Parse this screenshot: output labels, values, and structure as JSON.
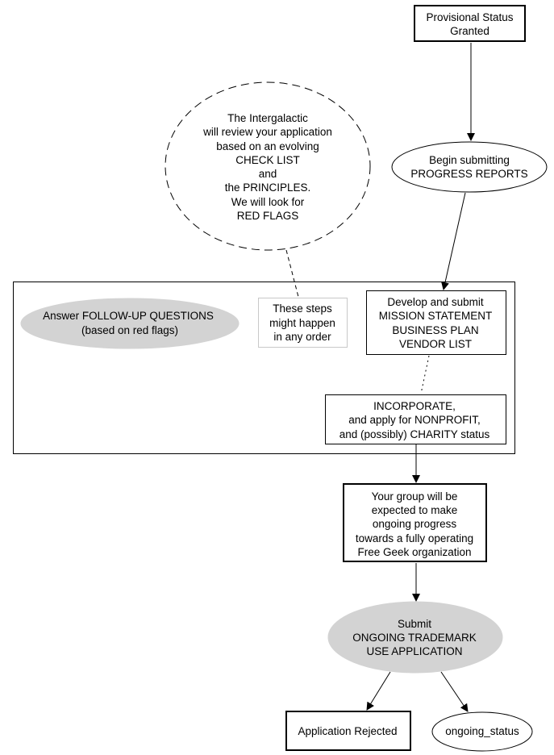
{
  "colors": {
    "background": "#ffffff",
    "stroke": "#000000",
    "gray_fill": "#d3d3d3",
    "note_border": "#c8c8c8"
  },
  "nodes": {
    "provisional": {
      "lines": [
        "Provisional Status",
        "Granted"
      ]
    },
    "begin_reports": {
      "lines": [
        "Begin submitting",
        "PROGRESS REPORTS"
      ]
    },
    "review_note": {
      "lines": [
        "The Intergalactic",
        "will review your application",
        "based on an evolving",
        "CHECK LIST",
        "and",
        "the PRINCIPLES.",
        "We will look for",
        "RED FLAGS"
      ]
    },
    "followup": {
      "lines": [
        "Answer FOLLOW-UP QUESTIONS",
        "(based on red flags)"
      ]
    },
    "any_order": {
      "lines": [
        "These steps",
        "might happen",
        "in any order"
      ]
    },
    "mission": {
      "lines": [
        "Develop and submit",
        "MISSION STATEMENT",
        "BUSINESS PLAN",
        "VENDOR LIST"
      ]
    },
    "incorporate": {
      "lines": [
        "INCORPORATE,",
        "and apply for NONPROFIT,",
        "and (possibly) CHARITY status"
      ]
    },
    "ongoing_progress": {
      "lines": [
        "Your group will be",
        "expected to make",
        "ongoing progress",
        "towards a fully operating",
        "Free Geek organization"
      ]
    },
    "trademark": {
      "lines": [
        "Submit",
        "ONGOING TRADEMARK",
        "USE APPLICATION"
      ]
    },
    "rejected": {
      "lines": [
        "Application Rejected"
      ]
    },
    "ongoing_status": {
      "lines": [
        "ongoing_status"
      ]
    }
  }
}
